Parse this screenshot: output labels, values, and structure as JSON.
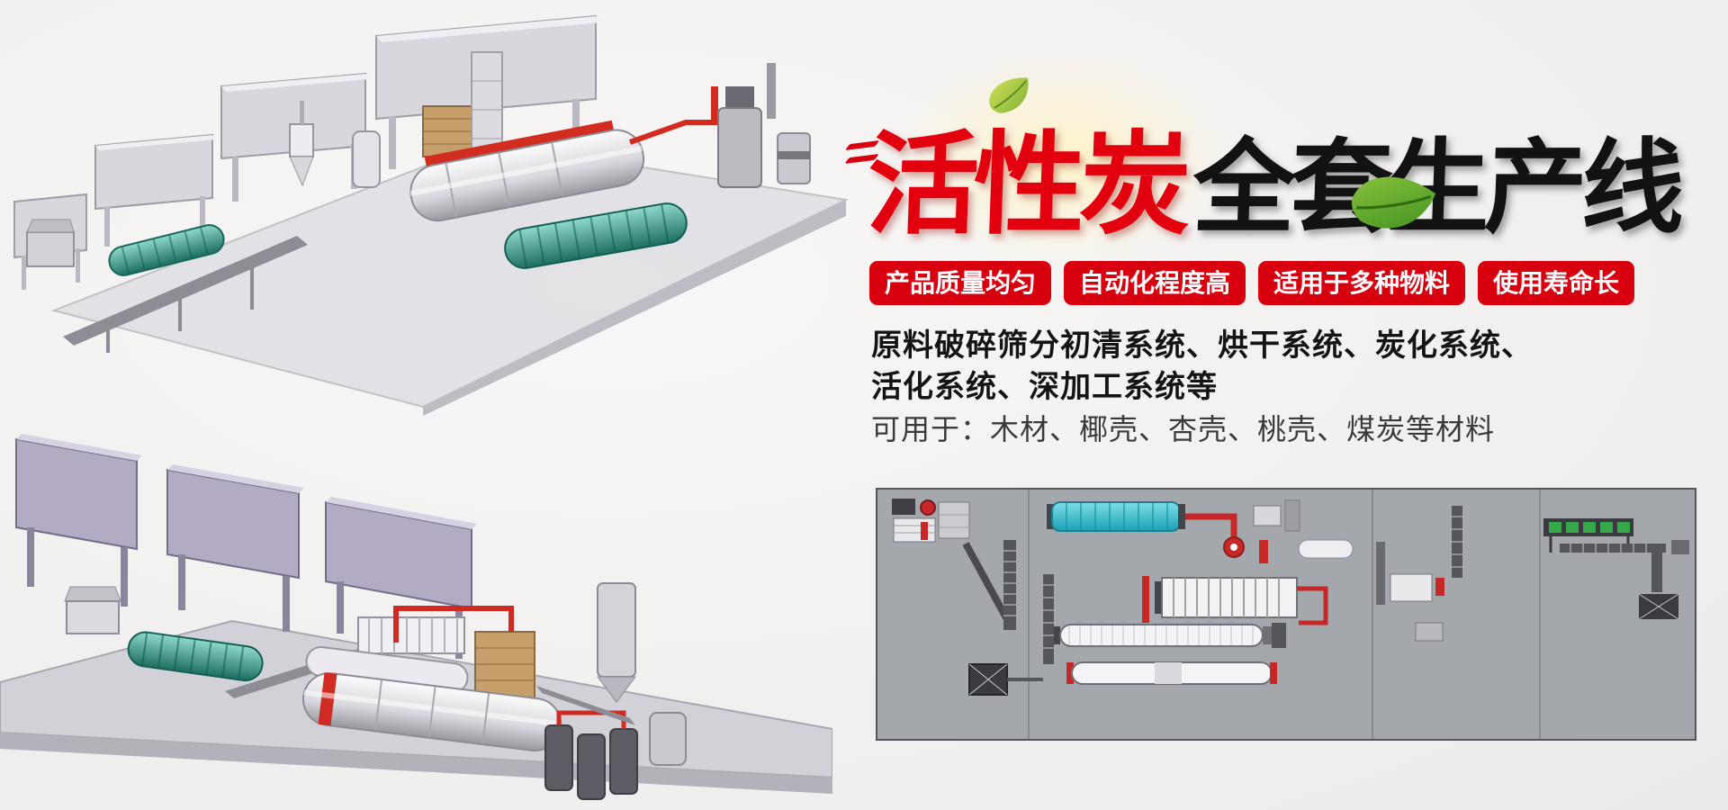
{
  "banner": {
    "title": {
      "red": "活性炭",
      "black": "全套生产线"
    },
    "badges": [
      {
        "label": "产品质量均匀"
      },
      {
        "label": "自动化程度高"
      },
      {
        "label": "适用于多种物料"
      },
      {
        "label": "使用寿命长"
      }
    ],
    "description": {
      "line1": "原料破碎筛分初清系统、烘干系统、炭化系统、",
      "line2": "活化系统、深加工系统等",
      "materials": "可用于：木材、椰壳、杏壳、桃壳、煤炭等材料"
    },
    "colors": {
      "badge_red": "#d8000f",
      "title_red": "#e3000e",
      "title_black": "#121212",
      "leaf_green": "#4e9f2f",
      "pipe_red": "#d22b20",
      "drum_teal": "#2d8a7a",
      "diagram_gray": "#a4a7ac"
    }
  }
}
